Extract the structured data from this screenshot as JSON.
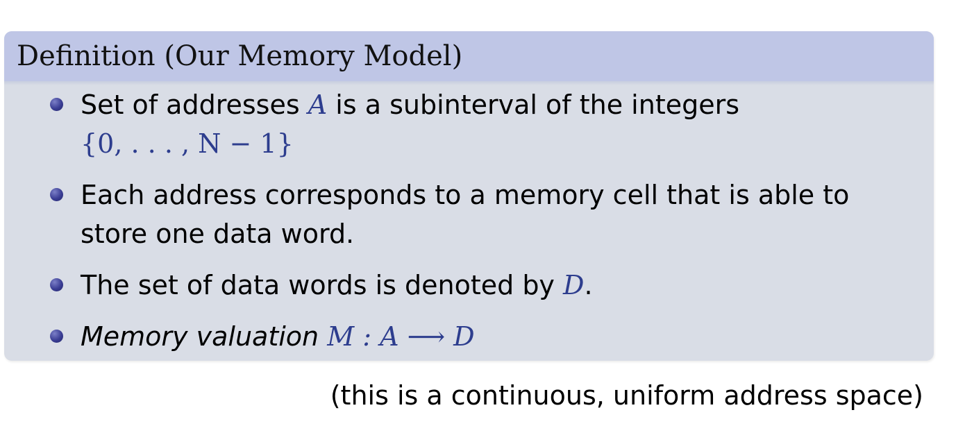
{
  "block": {
    "title": "Definition (Our Memory Model)"
  },
  "items": [
    {
      "line1": "Set of addresses ",
      "math1": "A",
      "line1_end": " is a subinterval of the integers",
      "math2": "{0, . . . , N − 1}"
    },
    {
      "text": "Each address corresponds to a memory cell that is able to store one data word."
    },
    {
      "text_before": "The set of data words is denoted by ",
      "math": "D",
      "text_after": "."
    },
    {
      "emph": "Memory valuation",
      "math": "M : A ⟶ D"
    }
  ],
  "caption": "(this is a continuous, uniform address space)",
  "colors": {
    "title_bar": "#bfc6e6",
    "body": "#d9dde6",
    "math": "#2d3d8e",
    "bullet": "#3a3d94"
  }
}
